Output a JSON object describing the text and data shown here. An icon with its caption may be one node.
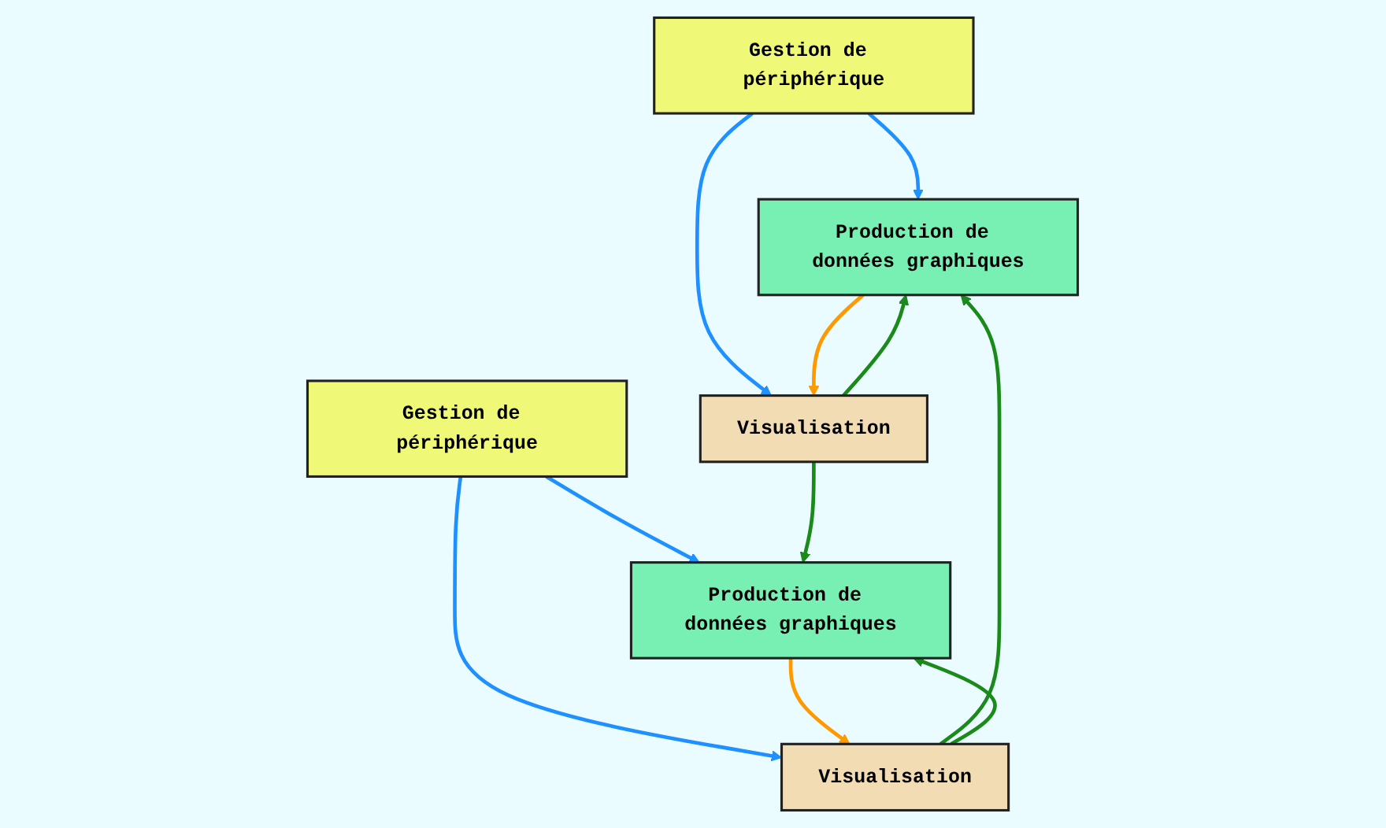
{
  "diagram": {
    "nodes": [
      {
        "text": [
          "Gestion de périphérique"
        ]
      },
      {
        "text": [
          "Production de données graphiques"
        ]
      },
      {
        "text": [
          "Visualisation"
        ]
      },
      {
        "text": [
          "Gestion de périphérique"
        ]
      },
      {
        "text": [
          "Production de données graphiques"
        ]
      },
      {
        "text": [
          "Visualisation"
        ]
      }
    ],
    "edges": [
      {
        "from": 0,
        "to": 1,
        "arrow": "to",
        "color": "#1e90ff"
      },
      {
        "from": 0,
        "to": 2,
        "arrow": "to",
        "color": "#1e90ff"
      },
      {
        "from": 1,
        "to": 2,
        "arrow": "to",
        "color": "#ff9900"
      },
      {
        "from": 3,
        "to": 4,
        "arrow": "to",
        "color": "#1e90ff"
      },
      {
        "from": 3,
        "to": 5,
        "arrow": "to",
        "color": "#1e90ff"
      },
      {
        "from": 4,
        "to": 5,
        "arrow": "to",
        "color": "#ff9900"
      },
      {
        "from": 2,
        "to": 1,
        "arrow": "to",
        "color": "#1a8a1a"
      },
      {
        "from": 2,
        "to": 4,
        "arrow": "to",
        "color": "#1a8a1a"
      },
      {
        "from": 5,
        "to": 1,
        "arrow": "to",
        "color": "#1a8a1a"
      },
      {
        "from": 5,
        "to": 4,
        "arrow": "to",
        "color": "#1a8a1a"
      }
    ]
  }
}
